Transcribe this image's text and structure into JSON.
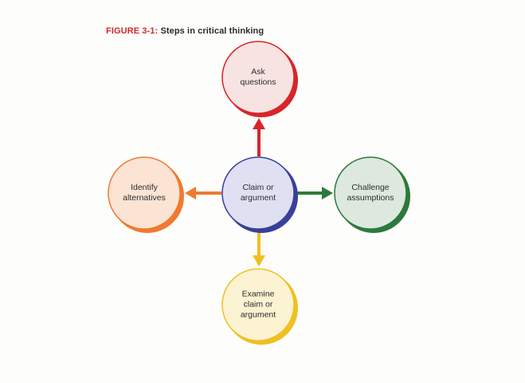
{
  "figure": {
    "label": "FIGURE 3-1:",
    "title": "Steps in critical thinking"
  },
  "nodes": {
    "center": {
      "label": "Claim or\nargument",
      "color": "#3a3f9a",
      "fill": "#dfe0f2"
    },
    "top": {
      "label": "Ask\nquestions",
      "color": "#d9242b",
      "fill": "#f7e3e2"
    },
    "right": {
      "label": "Challenge\nassumptions",
      "color": "#2d7a3c",
      "fill": "#dde8df"
    },
    "bottom": {
      "label": "Examine\nclaim or\nargument",
      "color": "#f0c020",
      "fill": "#fbf3d2"
    },
    "left": {
      "label": "Identify\nalternatives",
      "color": "#ef7a30",
      "fill": "#fbe4d4"
    }
  }
}
